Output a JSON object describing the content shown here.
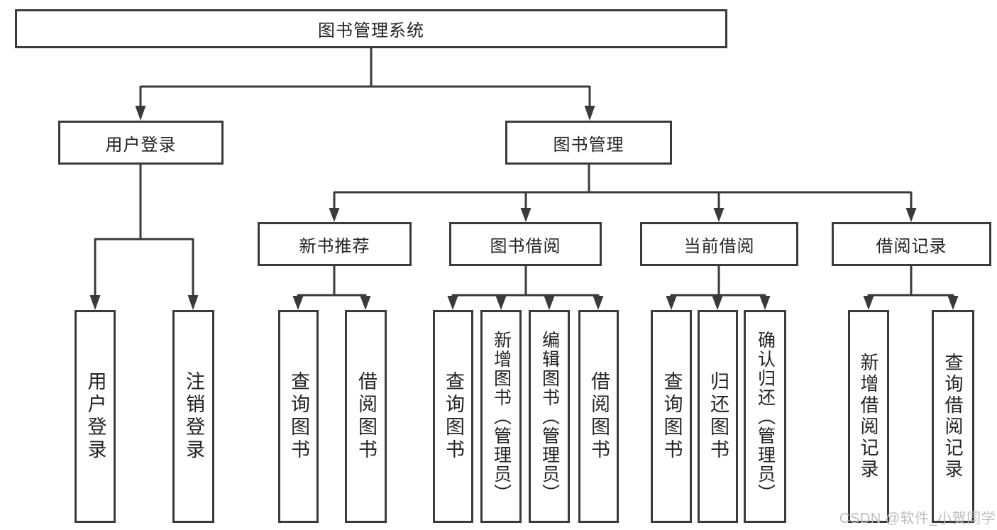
{
  "diagram": {
    "title": "图书管理系统",
    "root": {
      "label": "图书管理系统"
    },
    "level2": [
      {
        "label": "用户登录"
      },
      {
        "label": "图书管理"
      }
    ],
    "level3": [
      {
        "label": "新书推荐"
      },
      {
        "label": "图书借阅"
      },
      {
        "label": "当前借阅"
      },
      {
        "label": "借阅记录"
      }
    ],
    "leaves": [
      {
        "label": "用户登录",
        "parent": "用户登录"
      },
      {
        "label": "注销登录",
        "parent": "用户登录"
      },
      {
        "label": "查询图书",
        "parent": "新书推荐"
      },
      {
        "label": "借阅图书",
        "parent": "新书推荐"
      },
      {
        "label": "查询图书",
        "parent": "图书借阅"
      },
      {
        "label": "新增图书（管理员）",
        "parent": "图书借阅"
      },
      {
        "label": "编辑图书（管理员）",
        "parent": "图书借阅"
      },
      {
        "label": "借阅图书",
        "parent": "图书借阅"
      },
      {
        "label": "查询图书",
        "parent": "当前借阅"
      },
      {
        "label": "归还图书",
        "parent": "当前借阅"
      },
      {
        "label": "确认归还（管理员）",
        "parent": "当前借阅"
      },
      {
        "label": "新增借阅记录",
        "parent": "借阅记录"
      },
      {
        "label": "查询借阅记录",
        "parent": "借阅记录"
      }
    ],
    "line_color": "#3a3a3a",
    "box_background": "#ffffff",
    "text_color": "#232323"
  },
  "watermark": {
    "text": "CSDN @软件_小贺同学",
    "color": "#bdbdbd"
  }
}
